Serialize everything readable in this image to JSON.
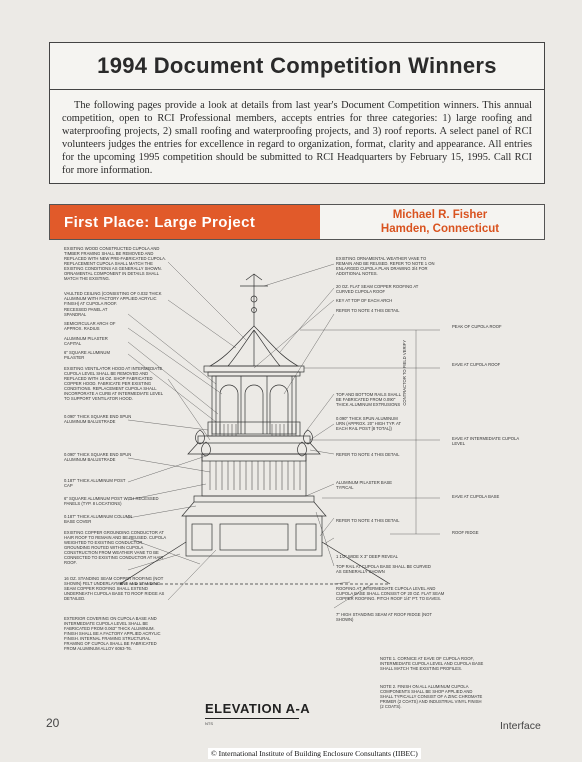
{
  "title": "1994 Document Competition Winners",
  "intro": "The following pages provide a look at details from last year's Document Competition winners. This annual competition, open to RCI Professional members, accepts entries for three categories: 1) large roofing and waterproofing projects, 2) small roofing and waterproofing projects, and 3) roof reports. A select panel of RCI volunteers judges the entries for excellence in regard to organization, format, clarity and appearance. All entries for the upcoming 1995 competition should be submitted to RCI Headquarters by February 15, 1995. Call RCI for more information.",
  "award": {
    "label": "First Place: Large Project",
    "winner_name": "Michael R. Fisher",
    "winner_location": "Hamden, Connecticut"
  },
  "drawing": {
    "caption": "ELEVATION A-A",
    "scale": "NTS",
    "left_notes": [
      "EXISTING WOOD CONSTRUCTED CUPOLA AND TIMBER FRAMING SHALL BE REMOVED AND REPLACED WITH NEW PRE-FABRICATED CUPOLA. REPLACEMENT CUPOLA SHALL MATCH THE EXISTING CONDITIONS AS GENERALLY SHOWN. ORNAMENTAL COMPONENT IN DETAILS SHALL MATCH THE EXISTING.",
      "VAULTED CEILING (CONSISTING OF 0.032 THICK ALUMINUM WITH FACTORY APPLIED ACRYLIC FINISH) AT CUPOLA ROOF.",
      "RECESSED PANEL AT SPANDRAL",
      "SEMICIRCULAR ARCH OF APPROX. RADIUS",
      "ALUMINUM PILASTER CAPITAL",
      "6\" SQUARE ALUMINUM PILASTER",
      "EXISTING VENTILATOR HOOD AT INTERMEDIATE CUPOLA LEVEL SHALL BE REMOVED AND REPLACED WITH 16 OZ. SHOP FABRICATED COPPER HOOD. FABRICATE PER EXISTING CONDITIONS. REPLACEMENT CUPOLA SHALL INCORPORATE A CURB AT INTERMEDIATE LEVEL TO SUPPORT VENTILATOR HOOD.",
      "0.090\" THICK SQUARE END SPUN ALUMINUM BALUSTRADE",
      "0.090\" THICK SQUARE END SPUN ALUMINUM BALUSTRADE",
      "0.187\" THICK ALUMINUM POST CAP",
      "6\" SQUARE ALUMINUM POST WITH RECESSED PANELS (TYP. 8 LOCATIONS)",
      "0.187\" THICK ALUMINUM COLUMN BASE COVER",
      "EXISTING COPPER GROUNDING CONDUCTOR AT HAIR ROOF TO REMAIN AND BE REUSED. CUPOLA WEIGHTED TO EXISTING CONDUCTOR. GROUNDING ROUTED WITHIN CUPOLA CONSTRUCTION FROM WEATHER VANE TO BE CONNECTED TO EXISTING CONDUCTOR AT HAIR ROOF.",
      "16 OZ. STANDING SEAM COPPER ROOFING (NOT SHOWN) FELT UNDERLAYMENT AND STANDING SEAM COPPER ROOFING SHALL EXTEND UNDERNEATH CUPOLA BASE TO ROOF RIDGE AS DETAILED.",
      "EXTERIOR COVERING ON CUPOLA BASE AND INTERMEDIATE CUPOLA LEVEL SHALL BE FABRICATED FROM 0.063\" THICK ALUMINUM. FINISH SHALL BE A FACTORY APPLIED ACRYLIC FINISH. INTERNAL FRAMING STRUCTURAL FRAMING OF CUPOLA SHALL BE FABRICATED FROM ALUMINUM ALLOY 6063-T6."
    ],
    "right_notes": [
      "EXISTING ORNAMENTAL WEATHER VANE TO REMAIN AND BE REUSED. REFER TO NOTE 1 ON ENLARGED CUPOLA PLAN DRAWING 3/4 FOR ADDITIONAL NOTES.",
      "20 OZ. FLAT SEAM COPPER ROOFING AT CURVED CUPOLA ROOF",
      "KEY AT TOP OF EACH ARCH",
      "REFER TO NOTE 4 THIS DETAIL",
      "TOP AND BOTTOM RAILS SHALL BE FABRICATED FROM 0.090\" THICK ALUMINUM EXTRUSIONS",
      "0.090\" THICK SPUN ALUMINUM URN (APPROX. 20\" HIGH TYP. AT EACH RAIL POST [8 TOTAL])",
      "REFER TO NOTE 4 THIS DETAIL",
      "ALUMINUM PILASTER BASE TYPICAL",
      "REFER TO NOTE 4 THIS DETAIL",
      "1 1/2\" WIDE X 3\" DEEP REVEAL",
      "TOP RAIL AT CUPOLA BASE SHALL BE CURVED AS GENERALLY SHOWN",
      "ROOFING AT INTERMEDIATE CUPOLA LEVEL AND CUPOLA BASE SHALL CONSIST OF 20 OZ. FLAT SEAM COPPER ROOFING. PITCH ROOF 1/4\" PT. TO EAVES.",
      "7\" HIGH STANDING SEAM AT ROOF RIDGE (NOT SHOWN)"
    ],
    "level_labels": [
      "PEAK OF CUPOLA ROOF",
      "EAVE AT CUPOLA ROOF",
      "EAVE AT INTERMEDIATE CUPOLA LEVEL",
      "EAVE AT CUPOLA BASE",
      "ROOF RIDGE"
    ],
    "bottom_notes": [
      "NOTE 1. CORNICE AT EAVE OF CUPOLA ROOF, INTERMEDIATE CUPOLA LEVEL AND CUPOLA BASE SHALL MATCH THE EXISTING PROFILES.",
      "NOTE 2. FINISH ON ALL ALUMINUM CUPOLA COMPONENTS SHALL BE SHOP APPLIED AND SHALL TYPICALLY CONSIST OF A ZINC CHROMATE PRIMER (2 COATS) AND INDUSTRIAL VINYL FINISH (2 COATS)."
    ],
    "contractor_note": "CONTRACTOR TO FIELD VERIFY"
  },
  "footer": {
    "page_number": "20",
    "magazine": "Interface",
    "copyright": "© International Institute of Building Enclosure Consultants (IIBEC)"
  }
}
